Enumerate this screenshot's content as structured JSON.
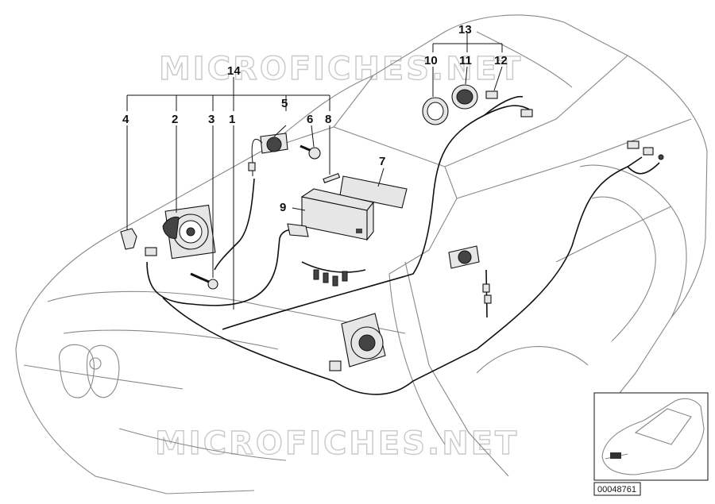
{
  "watermark": "MICROFICHES.NET",
  "reference_number": "00048761",
  "callouts": {
    "n1": "1",
    "n2": "2",
    "n3": "3",
    "n4": "4",
    "n5": "5",
    "n6": "6",
    "n7": "7",
    "n8": "8",
    "n9": "9",
    "n10": "10",
    "n11": "11",
    "n12": "12",
    "n13": "13",
    "n14": "14"
  }
}
